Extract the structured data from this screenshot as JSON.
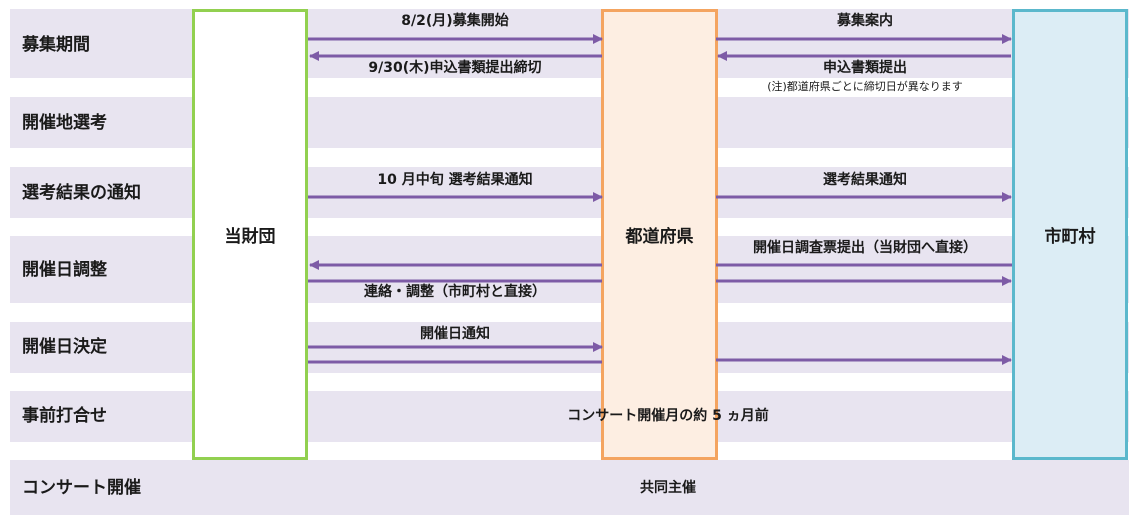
{
  "rows": [
    "募集期間",
    "開催地選考",
    "選考結果の通知",
    "開催日調整",
    "開催日決定",
    "事前打合せ",
    "コンサート開催"
  ],
  "columns": {
    "foundation": "当財団",
    "prefecture": "都道府県",
    "municipality": "市町村"
  },
  "labels": {
    "recruit_start": "8/2(月)募集開始",
    "app_deadline": "9/30(木)申込書類提出締切",
    "recruit_guide": "募集案内",
    "app_submit": "申込書類提出",
    "note_deadline": "(注)都道府県ごとに締切日が異なります",
    "result_notice_mid": "10 月中旬 選考結果通知",
    "result_notice": "選考結果通知",
    "survey_submit": "開催日調査票提出（当財団へ直接）",
    "contact_adjust": "連絡・調整（市町村と直接）",
    "date_notice": "開催日通知",
    "pre_meeting": "コンサート開催月の約 5 ヵ月前",
    "co_host": "共同主催"
  },
  "colors": {
    "band": "#e8e4f0",
    "foundation_col_bg": "#ffffff",
    "foundation_col_border": "#92d050",
    "prefecture_col_bg": "#fdeee2",
    "prefecture_col_border": "#f4a460",
    "municipality_col_bg": "#dcedf5",
    "municipality_col_border": "#5bb8cc",
    "arrow": "#7d5ba6"
  }
}
